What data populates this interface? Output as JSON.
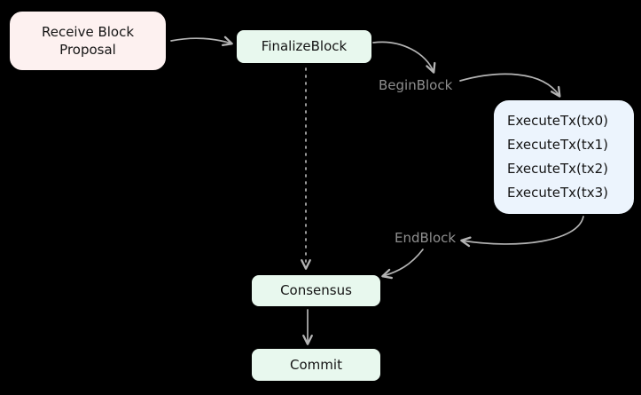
{
  "colors": {
    "background": "#000000",
    "node_green": "#e8f8ee",
    "node_pink": "#fdf1f0",
    "node_blue": "#ecf4fd",
    "node_border": "#000000",
    "text_dark": "#141414",
    "label_gray": "#8f8f8f",
    "stroke_gray": "#b4b4b4"
  },
  "nodes": {
    "receive": {
      "label": "Receive Block\nProposal"
    },
    "finalize": {
      "label": "FinalizeBlock"
    },
    "execute": {
      "lines": [
        "ExecuteTx(tx0)",
        "ExecuteTx(tx1)",
        "ExecuteTx(tx2)",
        "ExecuteTx(tx3)"
      ]
    },
    "consensus": {
      "label": "Consensus"
    },
    "commit": {
      "label": "Commit"
    }
  },
  "edge_labels": {
    "begin_block": "BeginBlock",
    "end_block": "EndBlock"
  }
}
